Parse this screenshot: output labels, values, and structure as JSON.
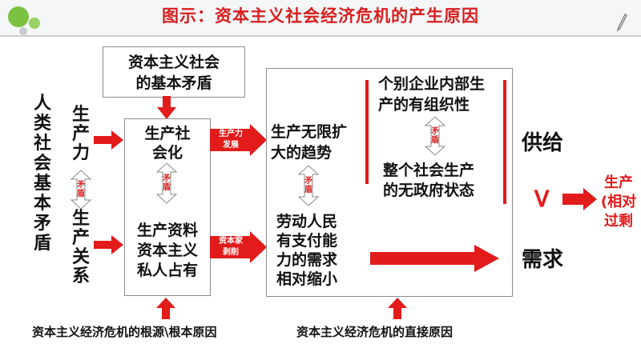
{
  "title": "图示：资本主义社会经济危机的产生原因",
  "left_label": "人类社会基本矛盾",
  "productivity": "生产力",
  "relations": "生产关系",
  "conflict_label": "矛盾",
  "basic_conflict_box": [
    "资本主义社会",
    "的基本矛盾"
  ],
  "socialization": [
    "生产社",
    "会化"
  ],
  "private_ownership": [
    "生产资料",
    "资本主义",
    "私人占有"
  ],
  "tag_development": [
    "生产力",
    "发展"
  ],
  "tag_exploitation": [
    "资本家",
    "剥削"
  ],
  "expansion": [
    "生产无限扩",
    "大的趋势"
  ],
  "demand_shrink": [
    "劳动人民",
    "有支付能",
    "力的需求",
    "相对缩小"
  ],
  "organized": [
    "个别企业内部生",
    "产的有组织性"
  ],
  "anarchy": [
    "整个社会生产",
    "的无政府状态"
  ],
  "supply": "供给",
  "greater_than": ">",
  "demand": "需求",
  "result": [
    "生产",
    "(相对",
    "过剩"
  ],
  "root_cause": "资本主义经济危机的根源\\根本原因",
  "direct_cause": "资本主义经济危机的直接原因",
  "colors": {
    "accent": "#e21b1b",
    "title": "#d81e1e"
  }
}
